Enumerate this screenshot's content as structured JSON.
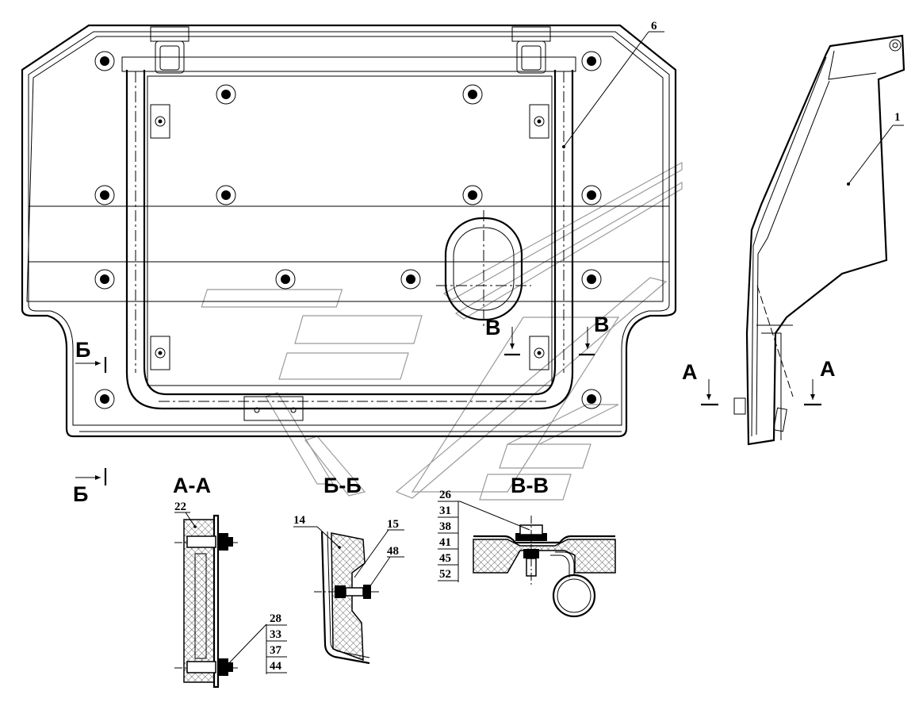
{
  "callouts": {
    "part_1": "1",
    "part_6": "6",
    "part_14": "14",
    "part_15": "15",
    "part_22": "22",
    "part_48": "48",
    "stack_aa": [
      "28",
      "33",
      "37",
      "44"
    ],
    "stack_vv": [
      "26",
      "31",
      "38",
      "41",
      "45",
      "52"
    ]
  },
  "section_markers": {
    "a": "А",
    "b": "Б",
    "v": "В"
  },
  "section_titles": {
    "aa": "А-А",
    "bb": "Б-Б",
    "vv": "В-В"
  }
}
